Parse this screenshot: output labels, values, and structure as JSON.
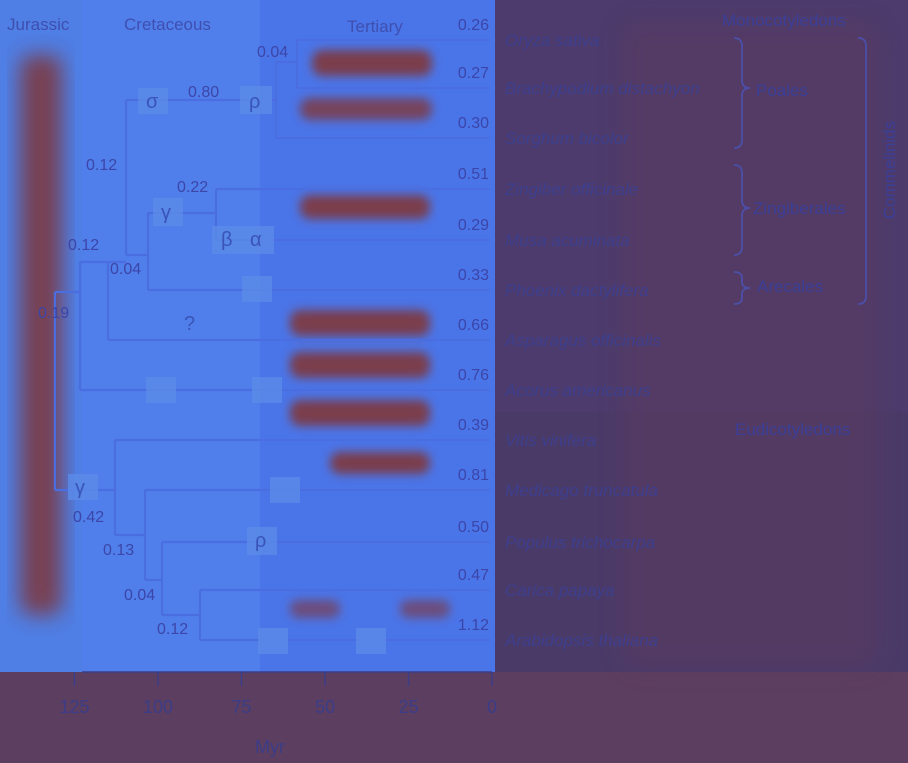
{
  "eras": [
    "Jurassic",
    "Cretaceous",
    "Tertiary"
  ],
  "groups": {
    "monocots": "Monocotyledons",
    "eudicots": "Eudicotyledons",
    "commelinids": "Commelinids",
    "poales": "Poales",
    "zingiberales": "Zingiberales",
    "arecales": "Arecales"
  },
  "species": [
    {
      "name": "Oryza sativa",
      "value": "0.26"
    },
    {
      "name": "Brachypodium distachyon",
      "value": "0.27"
    },
    {
      "name": "Sorghum bicolor",
      "value": "0.30"
    },
    {
      "name": "Zingiber officinale",
      "value": "0.51"
    },
    {
      "name": "Musa acuminata",
      "value": "0.29"
    },
    {
      "name": "Phoenix dactylifera",
      "value": "0.33"
    },
    {
      "name": "Asparagus officinalis",
      "value": "0.66"
    },
    {
      "name": "Acorus americanus",
      "value": "0.76"
    },
    {
      "name": "Vitis vinifera",
      "value": "0.39"
    },
    {
      "name": "Medicago truncatula",
      "value": "0.81"
    },
    {
      "name": "Populus trichocarpa",
      "value": "0.50"
    },
    {
      "name": "Carica papaya",
      "value": "0.47"
    },
    {
      "name": "Arabidopsis thaliana",
      "value": "1.12"
    }
  ],
  "node_values": {
    "n_oryza_brachy": "0.04",
    "n_poales": "0.80",
    "n_zing_musa": "0.22",
    "n_poales_zing": "0.12",
    "n_phoenix": "0.04",
    "n_asparagus": "0.12",
    "n_monocot": "0.19",
    "n_eudicot": "0.42",
    "n_medicago_clade": "0.13",
    "n_populus_clade": "0.04",
    "n_carica_arab": "0.12"
  },
  "wgd_events": {
    "sigma": "σ",
    "rho_mono": "ρ",
    "gamma_mono": "γ",
    "beta": "β",
    "alpha": "α",
    "unknown": "?",
    "gamma_eudicot": "γ",
    "rho_populus": "ρ"
  },
  "axis": {
    "ticks": [
      "125",
      "100",
      "75",
      "50",
      "25",
      "0"
    ],
    "unit": "Myr"
  },
  "colors": {
    "background_dark": "#5a3d62",
    "glow_blue": "#4a78f0",
    "tree_line": "#4a6de0",
    "event_box": "#5a8ae8",
    "heat_band": "#7a3d4c"
  }
}
